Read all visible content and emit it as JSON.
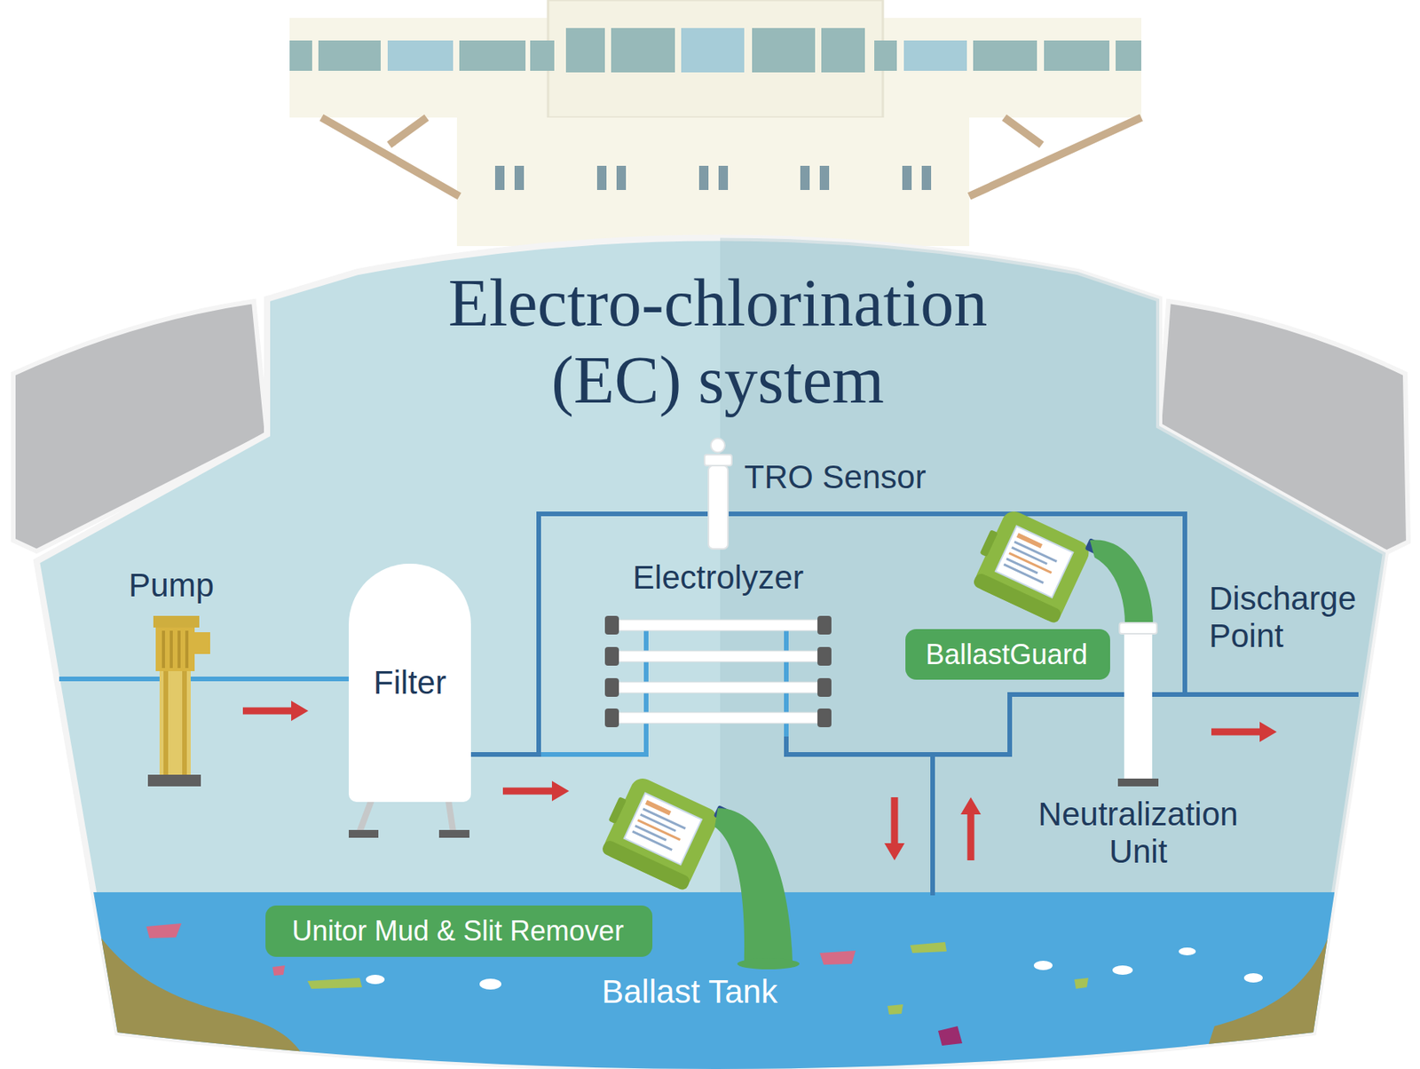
{
  "diagram": {
    "title": "Electro-chlorination (EC) system",
    "nodes": [
      {
        "text": [
          "Pump"
        ]
      },
      {
        "text": [
          "Filter"
        ]
      },
      {
        "text": [
          "TRO Sensor"
        ]
      },
      {
        "text": [
          "Electrolyzer"
        ]
      },
      {
        "text": [
          "BallastGuard"
        ]
      },
      {
        "text": [
          "Neutralization Unit"
        ]
      },
      {
        "text": [
          "Unitor Mud & Slit Remover"
        ]
      },
      {
        "text": [
          "Ballast Tank"
        ]
      }
    ],
    "edges": [
      {
        "from": 0,
        "to": 1,
        "arrow": "none"
      },
      {
        "from": 1,
        "to": 3,
        "arrow": "none"
      },
      {
        "from": 1,
        "to": 2,
        "arrow": "none"
      },
      {
        "from": 3,
        "to": 7,
        "arrow": "none"
      },
      {
        "from": 7,
        "to": 5,
        "arrow": "none"
      }
    ],
    "labels": [
      "Discharge Point"
    ]
  }
}
